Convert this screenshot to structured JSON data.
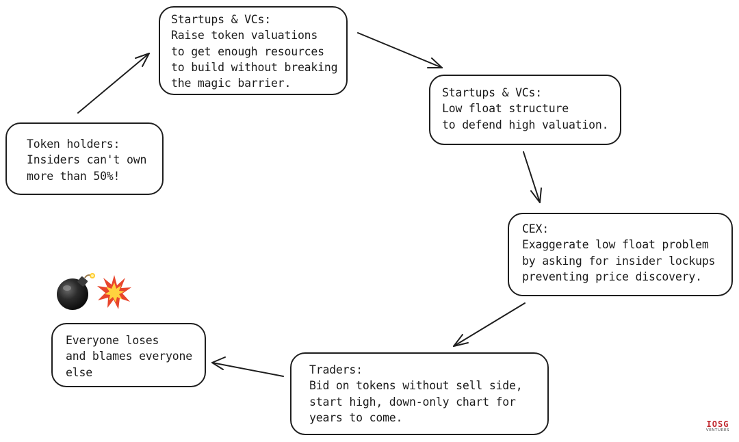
{
  "nodes": {
    "startups_raise": [
      "Startups & VCs:",
      "Raise token valuations",
      "to get enough resources",
      "to build without breaking",
      "the magic barrier."
    ],
    "startups_lowfloat": [
      "Startups & VCs:",
      "Low float structure",
      "to defend high valuation."
    ],
    "cex": [
      "CEX:",
      "Exaggerate low float problem",
      "by asking for insider lockups",
      "preventing price discovery."
    ],
    "traders": [
      "Traders:",
      "Bid on tokens without sell side,",
      "start high, down-only chart for",
      "years to come."
    ],
    "everyone": [
      "Everyone loses",
      "and blames everyone",
      "else"
    ],
    "token_holders": [
      "Token holders:",
      "Insiders can't own",
      "more than 50%!"
    ]
  },
  "icons": [
    "bomb-icon",
    "explosion-icon"
  ],
  "logo": {
    "main": "IOSG",
    "sub": "VENTURES",
    "color": "#c0272d"
  }
}
